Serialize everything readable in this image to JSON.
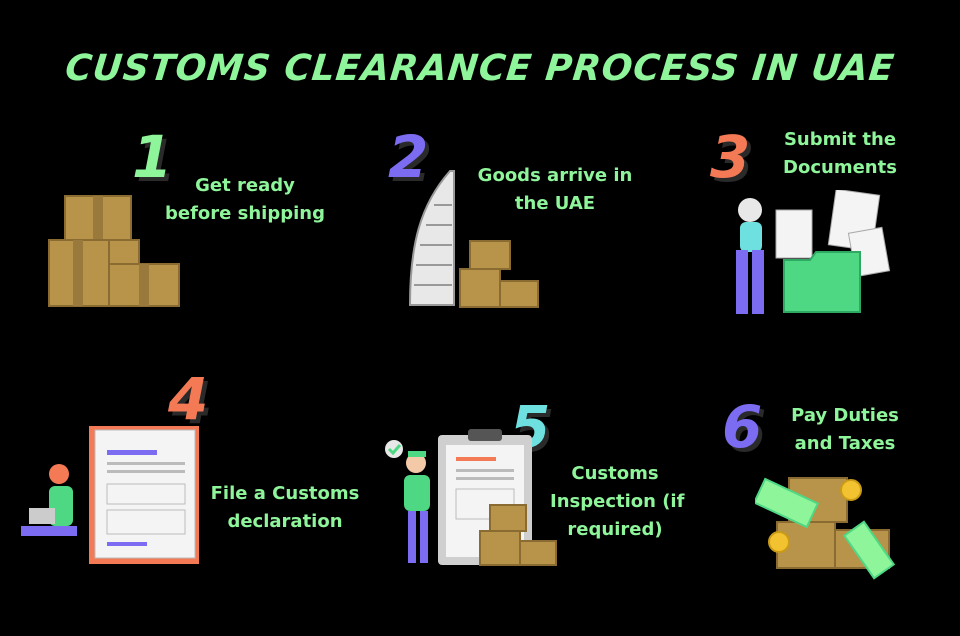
{
  "title": "CUSTOMS CLEARANCE PROCESS IN UAE",
  "colors": {
    "green": "#8ef59b",
    "purple": "#7b6cf2",
    "orange": "#f47a55",
    "teal": "#6fe0e0",
    "box": "#b8934a"
  },
  "steps": [
    {
      "number": "1",
      "line1": "Get ready",
      "line2": "before shipping",
      "line3": ""
    },
    {
      "number": "2",
      "line1": "Goods arrive in",
      "line2": "the UAE",
      "line3": ""
    },
    {
      "number": "3",
      "line1": "Submit the",
      "line2": "Documents",
      "line3": ""
    },
    {
      "number": "4",
      "line1": "File a Customs",
      "line2": "declaration",
      "line3": ""
    },
    {
      "number": "5",
      "line1": "Customs",
      "line2": "Inspection (if",
      "line3": "required)"
    },
    {
      "number": "6",
      "line1": "Pay Duties",
      "line2": "and Taxes",
      "line3": ""
    }
  ]
}
